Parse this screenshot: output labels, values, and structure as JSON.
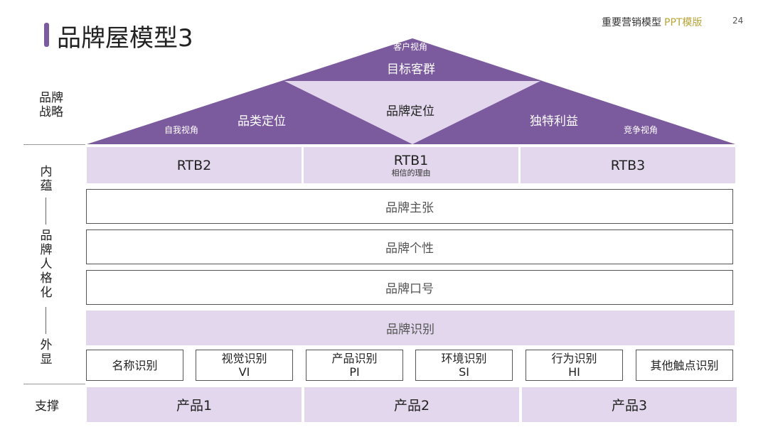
{
  "header": {
    "title": "品牌屋模型3",
    "brand": "重要营销模型",
    "tag": "PPT模版",
    "page_number": "24"
  },
  "left_labels": {
    "strategy": [
      "品牌",
      "战略"
    ],
    "connotation": [
      "内",
      "蕴"
    ],
    "personality": [
      "品",
      "牌",
      "人",
      "格",
      "化"
    ],
    "appearance": [
      "外",
      "显"
    ],
    "support": "支撑"
  },
  "roof": {
    "customer_view": "客户视角",
    "target_group": "目标客群",
    "self_view": "自我视角",
    "category_positioning": "品类定位",
    "brand_positioning": "品牌定位",
    "unique_benefit": "独特利益",
    "competitive_view": "竞争视角"
  },
  "rtb": [
    {
      "label": "RTB2",
      "sub": ""
    },
    {
      "label": "RTB1",
      "sub": "相信的理由"
    },
    {
      "label": "RTB3",
      "sub": ""
    }
  ],
  "layers": {
    "proposition": "品牌主张",
    "personality": "品牌个性",
    "slogan": "品牌口号",
    "identity": "品牌识别"
  },
  "identities": [
    {
      "line1": "名称识别",
      "line2": ""
    },
    {
      "line1": "视觉识别",
      "line2": "VI"
    },
    {
      "line1": "产品识别",
      "line2": "PI"
    },
    {
      "line1": "环境识别",
      "line2": "SI"
    },
    {
      "line1": "行为识别",
      "line2": "HI"
    },
    {
      "line1": "其他触点识别",
      "line2": ""
    }
  ],
  "products": [
    "产品1",
    "产品2",
    "产品3"
  ],
  "colors": {
    "roof": "#7b5a9e",
    "light": "#e2d7ec",
    "tag": "#b9a53b"
  }
}
